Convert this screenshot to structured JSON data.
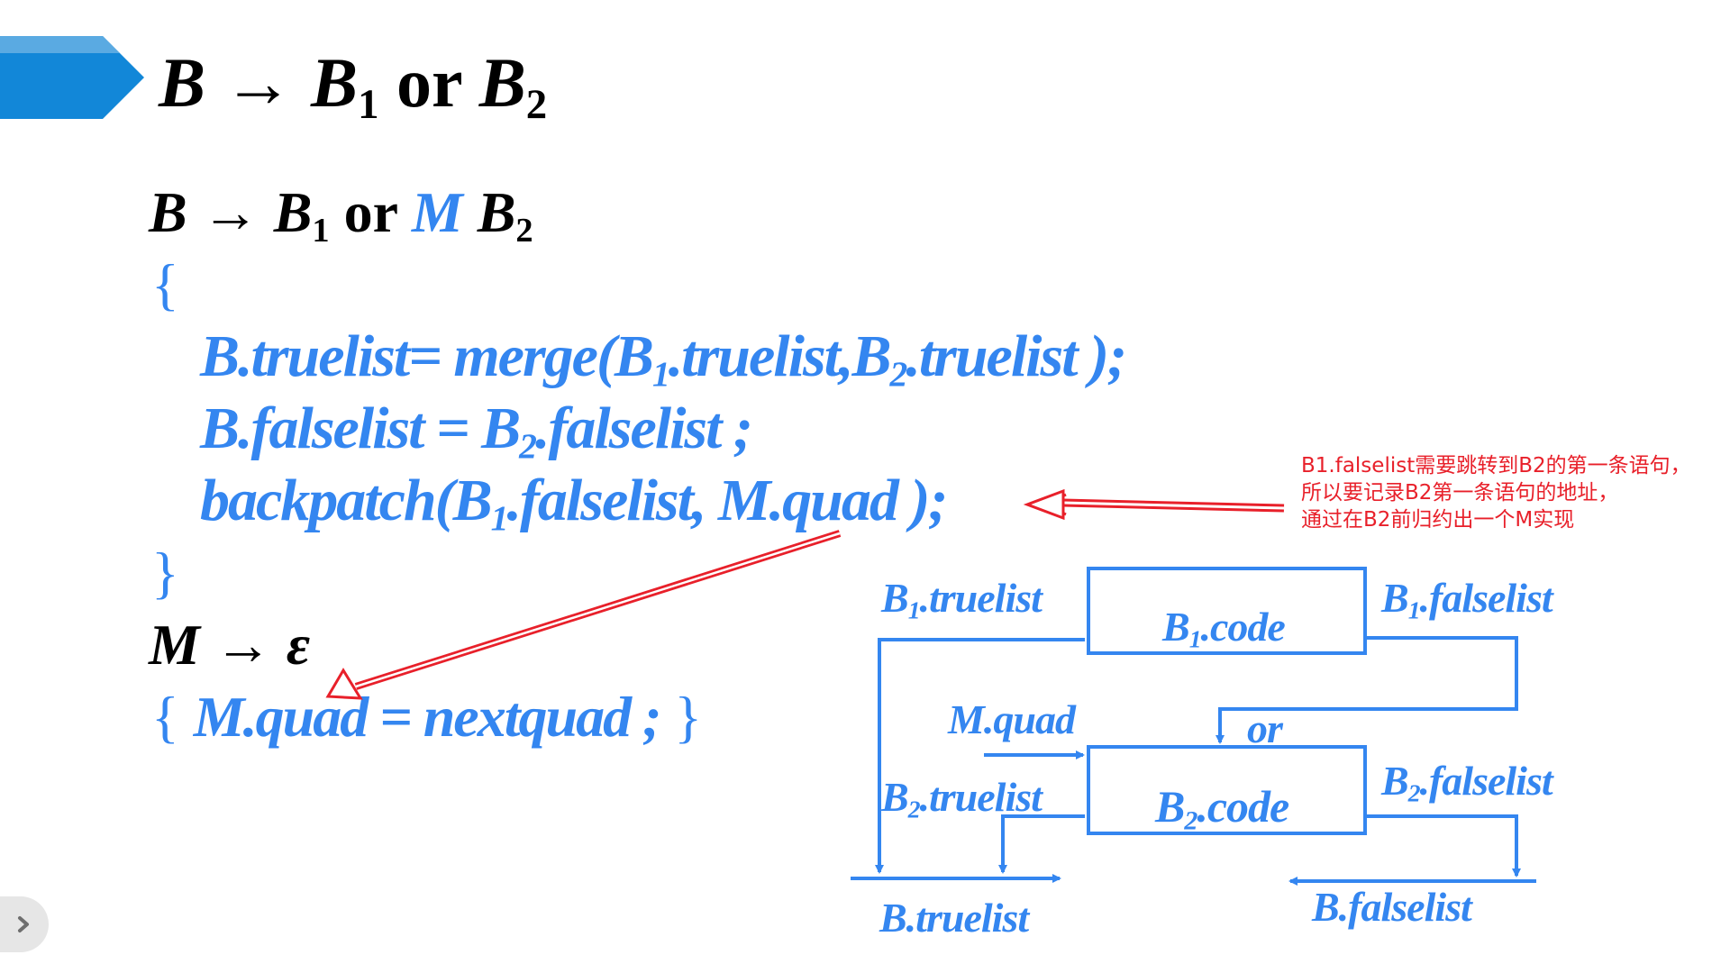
{
  "title": {
    "lhs": "B",
    "arrow": "→",
    "b1": "B",
    "b1_sub": "1",
    "op": "or",
    "b2": "B",
    "b2_sub": "2"
  },
  "rule1": {
    "lhs": "B",
    "arrow": "→",
    "b1": "B",
    "b1_sub": "1",
    "op": "or",
    "marker": "M",
    "b2": "B",
    "b2_sub": "2",
    "open_brace": "{",
    "close_brace": "}",
    "lines": [
      {
        "pre": "B.truelist= merge(B",
        "s1": "1",
        "mid": ".truelist,B",
        "s2": "2",
        "post": ".truelist );"
      },
      {
        "pre": "B.falselist = B",
        "s1": "2",
        "post": ".falselist ;"
      },
      {
        "pre": "backpatch(B",
        "s1": "1",
        "post": ".falselist, M.quad );"
      }
    ]
  },
  "rule2": {
    "lhs": "M",
    "arrow": "→",
    "rhs": "ε",
    "action_open": "{",
    "action": "M.quad = nextquad ;",
    "action_close": "}"
  },
  "annotation": {
    "color": "#e8202a",
    "lines": [
      "B1.falselist需要跳转到B2的第一条语句，",
      "所以要记录B2第一条语句的地址，",
      "通过在B2前归约出一个M实现"
    ]
  },
  "diagram": {
    "color": "#3486f0",
    "b1_truelist": {
      "pre": "B",
      "sub": "1",
      "post": ".truelist"
    },
    "b1_code": {
      "pre": "B",
      "sub": "1",
      "post": ".code"
    },
    "b1_falselist": {
      "pre": "B",
      "sub": "1",
      "post": ".falselist"
    },
    "m_quad": "M.quad",
    "or": "or",
    "b2_truelist": {
      "pre": "B",
      "sub": "2",
      "post": ".truelist"
    },
    "b2_code": {
      "pre": "B",
      "sub": "2",
      "post": ".code"
    },
    "b2_falselist": {
      "pre": "B",
      "sub": "2",
      "post": ".falselist"
    },
    "b_truelist": "B.truelist",
    "b_falselist": "B.falselist"
  },
  "nav": {
    "next_icon": "chevron-right-icon",
    "glyph": "›"
  },
  "colors": {
    "accent": "#1287d8",
    "accent_light": "#5aaae2",
    "text": "#000000",
    "code": "#3486f0"
  }
}
